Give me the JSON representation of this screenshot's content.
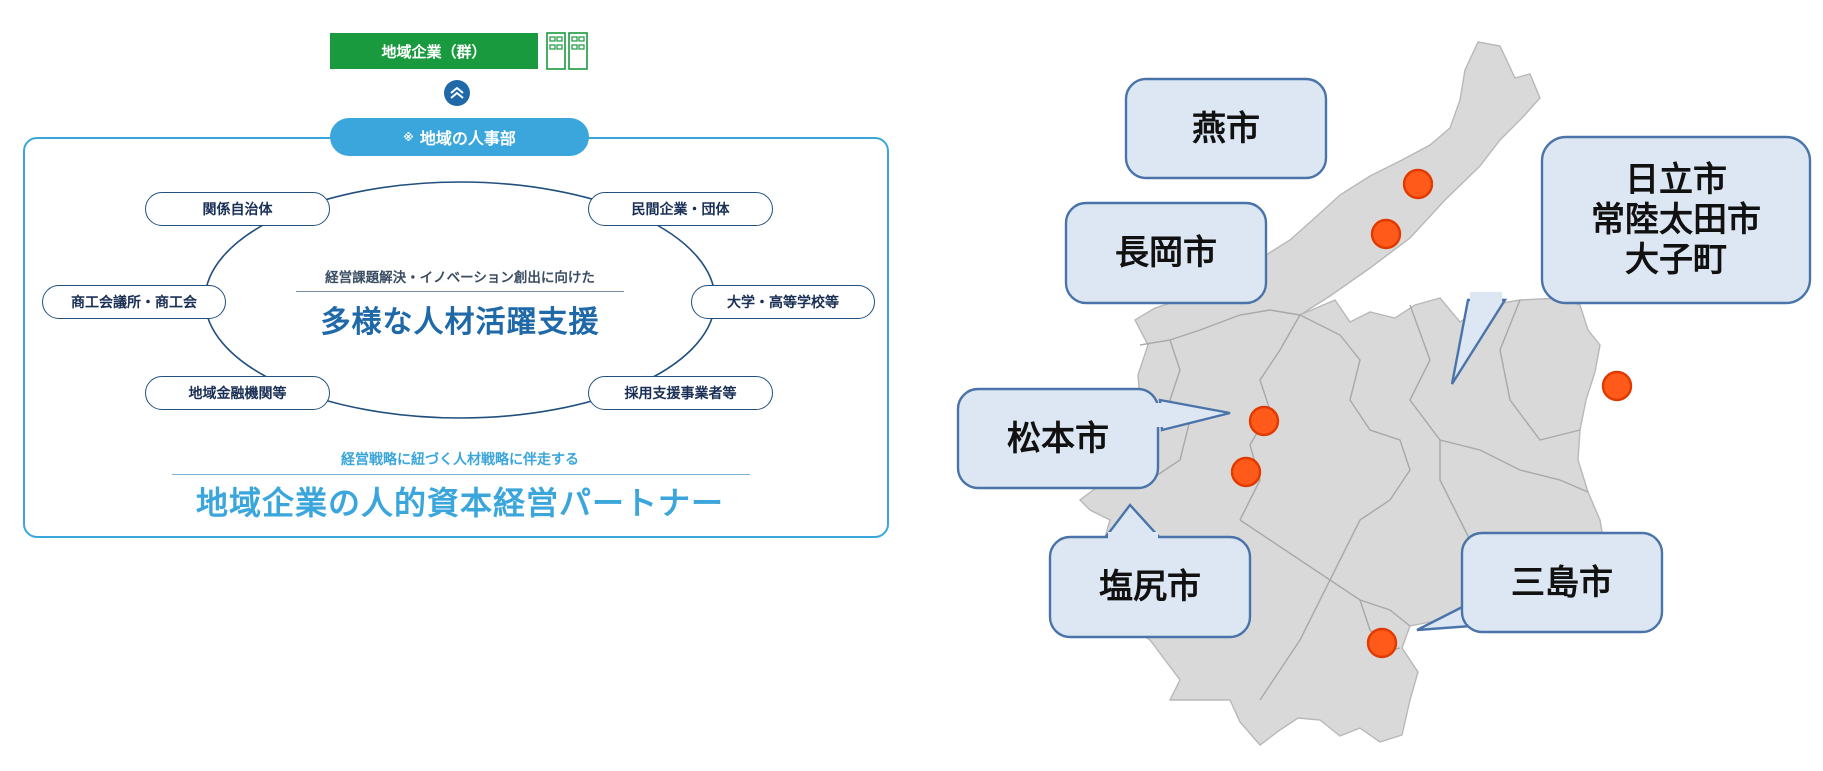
{
  "diagram": {
    "top_label": "地域企業（群）",
    "tab_mark": "※",
    "tab_label": "地域の人事部",
    "nodes": [
      "関係自治体",
      "民間企業・団体",
      "商工会議所・商工会",
      "大学・高等学校等",
      "地域金融機関等",
      "採用支援事業者等"
    ],
    "center_small": "経営課題解決・イノベーション創出に向けた",
    "center_big": "多様な人材活躍支援",
    "bottom_small": "経営戦略に紐づく人材戦略に伴走する",
    "bottom_big": "地域企業の人的資本経営パートナー",
    "colors": {
      "green": "#1a9a3e",
      "blue": "#3ba6dc",
      "navy": "#22507e",
      "dark_blue": "#1f69a8"
    }
  },
  "map": {
    "callouts": [
      {
        "lines": [
          "燕市"
        ]
      },
      {
        "lines": [
          "長岡市"
        ]
      },
      {
        "lines": [
          "日立市",
          "常陸太田市",
          "大子町"
        ]
      },
      {
        "lines": [
          "松本市"
        ]
      },
      {
        "lines": [
          "塩尻市"
        ]
      },
      {
        "lines": [
          "三島市"
        ]
      }
    ],
    "colors": {
      "land": "#d8d8d8",
      "callout_fill": "#dde7f3",
      "callout_stroke": "#4a74a9",
      "marker": "#ff5a1a"
    }
  }
}
